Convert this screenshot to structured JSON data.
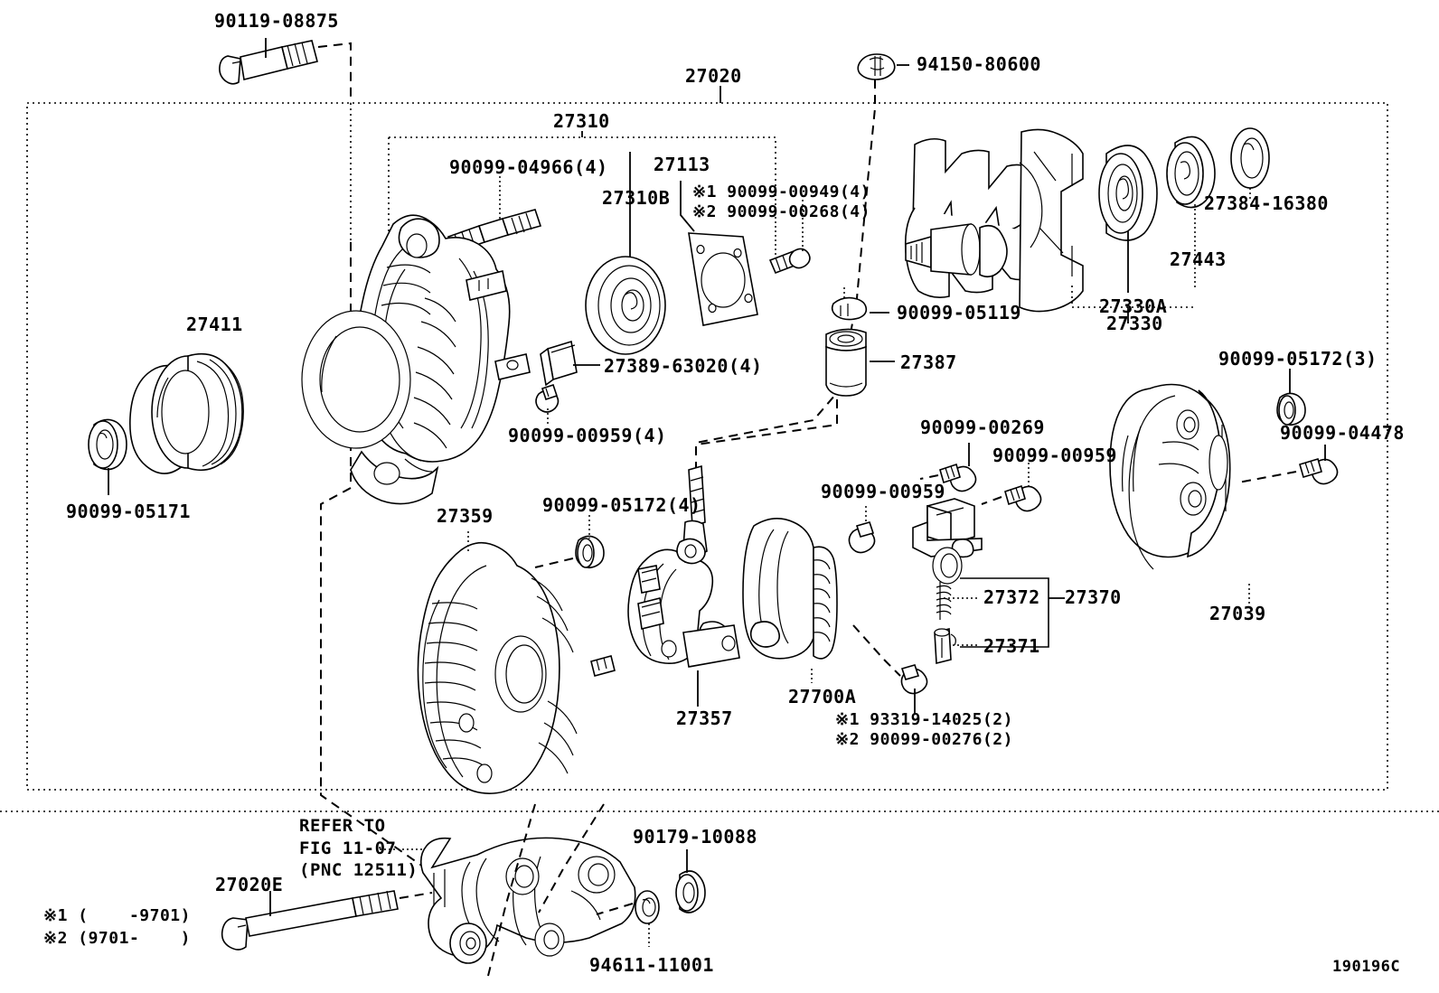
{
  "diagram": {
    "title": "Toyota alternator exploded parts diagram",
    "figure_code": "190196C",
    "outer_group_label": "27020",
    "sub_group_label": "27310",
    "bottom_reference": {
      "line1": "REFER TO",
      "line2": "FIG 11-07",
      "line3": "(PNC 12511)"
    },
    "footnotes": {
      "note1": "※1 (    -9701)",
      "note2": "※2 (9701-    )"
    }
  },
  "labels": {
    "bolt_top": "90119-08875",
    "group_assembly": "27020",
    "nut_rotor": "94150-80600",
    "rotor_sub_group": "27310",
    "stud_bolt": "90099-04966(4)",
    "pulley_bracket": "27113",
    "idler_pulley": "27310B",
    "bolt_alt1": "※1 90099-00949(4)",
    "bolt_alt2": "※2 90099-00268(4)",
    "bearing_front": "27330A",
    "bearing_group": "27330",
    "retainer": "27443",
    "seal": "27384-16380",
    "washer_rear": "90099-05172(3)",
    "bolt_rear_cover": "90099-04478",
    "pulley": "27411",
    "pulley_nut": "90099-05171",
    "insulator": "27389-63020(4)",
    "screw_insulator": "90099-00959(4)",
    "screw_terminal": "90099-05119",
    "terminal_insulator": "27387",
    "screw_rect1": "90099-00269",
    "screw_rect2": "90099-00959",
    "screw_brush": "90099-00959",
    "rear_housing": "27359",
    "washer_rear_housing": "90099-05172(4)",
    "rectifier": "27357",
    "regulator": "27700A",
    "brush_spring": "27372",
    "brush_group": "27370",
    "brush": "27371",
    "rear_end_cover": "27039",
    "screw_reg1": "※1 93319-14025(2)",
    "screw_reg2": "※2 90099-00276(2)",
    "bracket_bolt": "27020E",
    "nut_bracket": "90179-10088",
    "washer_bracket": "94611-11001"
  }
}
